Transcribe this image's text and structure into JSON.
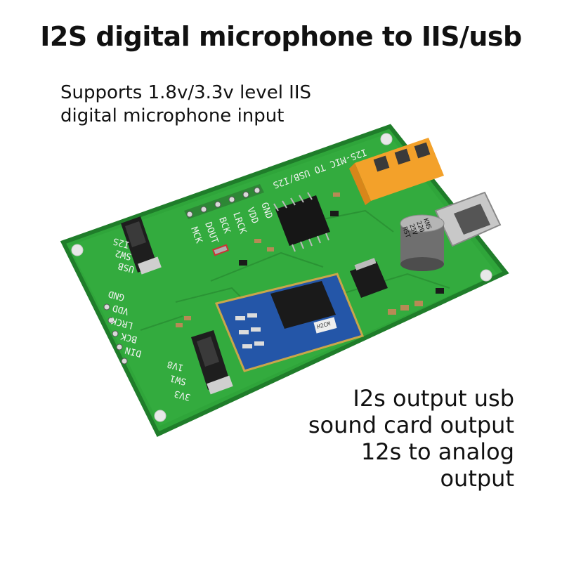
{
  "title": "I2S digital microphone to IIS/usb",
  "subtitle": [
    "Supports 1.8v/3.3v level IIS",
    "digital microphone input"
  ],
  "features": [
    "I2s output usb",
    "sound card output",
    "12s to analog",
    "output"
  ],
  "board": {
    "header_top_labels": [
      "GND",
      "VDD",
      "LRCK",
      "BCK",
      "DOUT",
      "MCK"
    ],
    "header_left_labels": [
      "GND",
      "VDD",
      "LRCK",
      "BCK",
      "DIN"
    ],
    "switch_top_labels": [
      "I2S",
      "SW2",
      "USB"
    ],
    "switch_bottom_labels": [
      "1V8",
      "SW1",
      "3V3"
    ],
    "board_title": "I2S-MIC TO USB/I2S",
    "capacitor_text": [
      "KNS",
      "220",
      "25V",
      "RST"
    ],
    "module_mark": "H2CM",
    "colors": {
      "pcb": "#2fa53a",
      "pcb_edge": "#1f7d2a",
      "module": "#2456a8",
      "jack": "#f3a12a",
      "silkscreen": "#f2f2f2"
    }
  }
}
